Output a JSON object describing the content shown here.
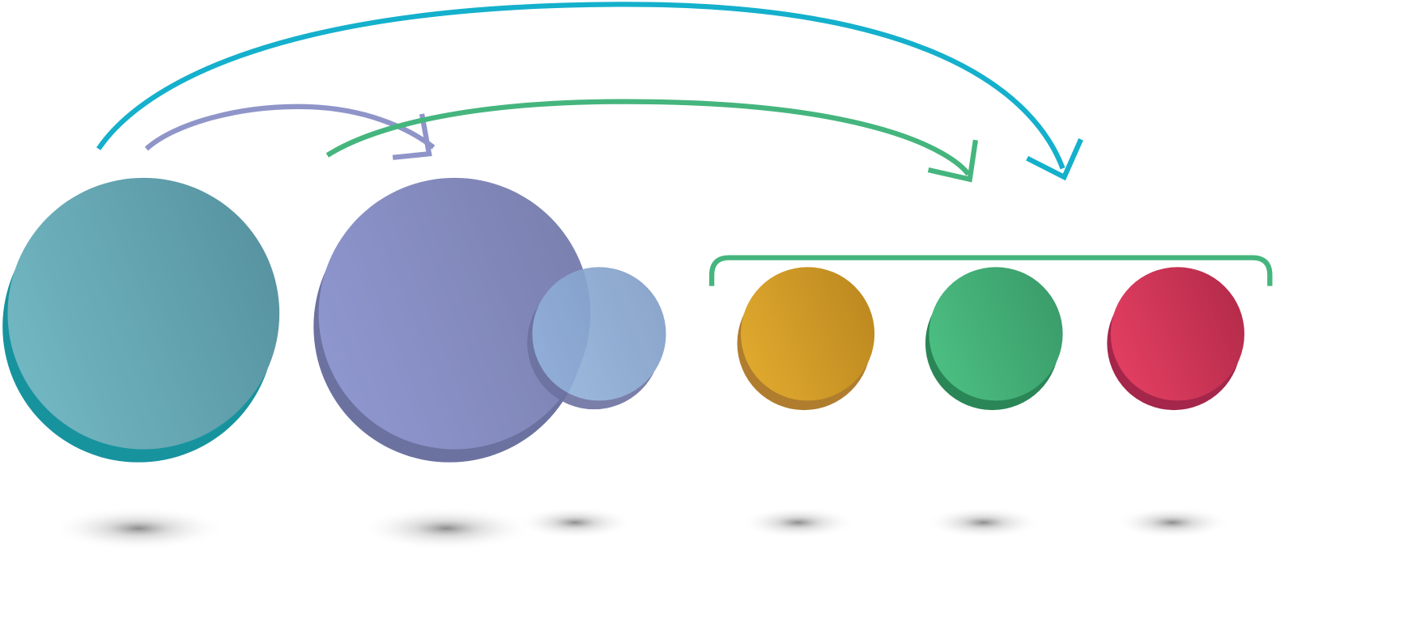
{
  "colors": {
    "teal_arrow": "#14b0cc",
    "purple_arrow": "#8f95c8",
    "green_arrow": "#45b57e",
    "bracket": "#45b57e"
  },
  "nodes": [
    {
      "id": "teal",
      "front_light": "#72b8c3",
      "front_dark": "#5793a0",
      "shadow": "#17939e"
    },
    {
      "id": "purple",
      "front_light": "#8f97d0",
      "front_dark": "#7a80ae",
      "shadow": "#6c72a0"
    },
    {
      "id": "blue",
      "front_light": "#93b3dc",
      "front_dark": "#7f9cc6",
      "shadow": "#6c72a0"
    },
    {
      "id": "gold",
      "front_light": "#e0a92e",
      "front_dark": "#bd8920",
      "shadow": "#b07d2e"
    },
    {
      "id": "green",
      "front_light": "#4cbf82",
      "front_dark": "#3a9c6a",
      "shadow": "#2a8656"
    },
    {
      "id": "red",
      "front_light": "#e33f62",
      "front_dark": "#b52b4a",
      "shadow": "#a4264a"
    }
  ]
}
